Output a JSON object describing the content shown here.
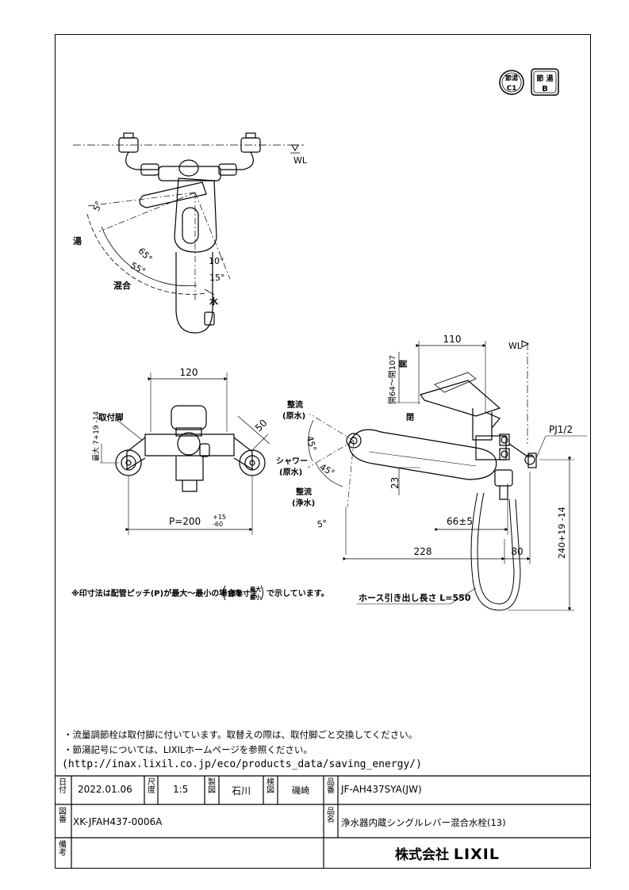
{
  "badges": {
    "c1": {
      "top": "節湯",
      "bottom": "C1"
    },
    "b": {
      "top": "節 湯",
      "bottom": "B"
    }
  },
  "labels": {
    "wl": "WL",
    "wl2": "WL",
    "hot": "湯",
    "mix": "混合",
    "cold": "水",
    "deg5": "5°",
    "deg65": "65°",
    "deg55": "55°",
    "deg10": "10°",
    "deg15": "15°",
    "dim120": "120",
    "dim50": "50",
    "mount_leg": "取付脚",
    "vert_dim": "最大 7+19 -14",
    "pitch": "P=200",
    "pitch_tol_up": "+15",
    "pitch_tol_down": "-60",
    "dim110": "110",
    "open_range": "開64～開107",
    "open": "開",
    "close": "閉",
    "dim23": "23",
    "straight_raw": "整流",
    "straight_raw_sub": "(原水)",
    "shower": "シャワー",
    "shower_sub": "(原水)",
    "straight_pure": "整流",
    "straight_pure_sub": "(浄水)",
    "deg45a": "45°",
    "deg45b": "45°",
    "deg5b": "5°",
    "dim66": "66±5",
    "dim228": "228",
    "dim80": "80",
    "dim240": "240+19 -14",
    "pj": "PJ1/2",
    "hose": "ホース引き出し長さ L=550",
    "footnote_pre": "※印寸法は配管ピッチ(P)が最大～最小の場合を",
    "footnote_std": "標準寸法",
    "footnote_max": "最大",
    "footnote_min": "最小",
    "footnote_post": "で示しています。"
  },
  "notes": [
    "・流量調節栓は取付脚に付いています。取替えの際は、取付脚ごと交換してください。",
    "・節湯記号については、LIXILホームページを参照ください。",
    "(http://inax.lixil.co.jp/eco/products_data/saving_energy/)"
  ],
  "title_block": {
    "date_label": "日付",
    "date": "2022.01.06",
    "scale_label": "尺度",
    "scale": "1:5",
    "drawn_label": "製図",
    "drawn": "石川",
    "checked_label": "検図",
    "checked": "磯崎",
    "product_no_label": "品番",
    "product_no": "JF-AH437SYA(JW)",
    "drawing_no_label": "図番",
    "drawing_no": "XK-JFAH437-0006A",
    "product_name_label": "品名",
    "product_name": "浄水器内蔵シングルレバー混合水栓(13)",
    "remarks_label": "備考",
    "company": "株式会社",
    "brand": "LIXIL"
  }
}
